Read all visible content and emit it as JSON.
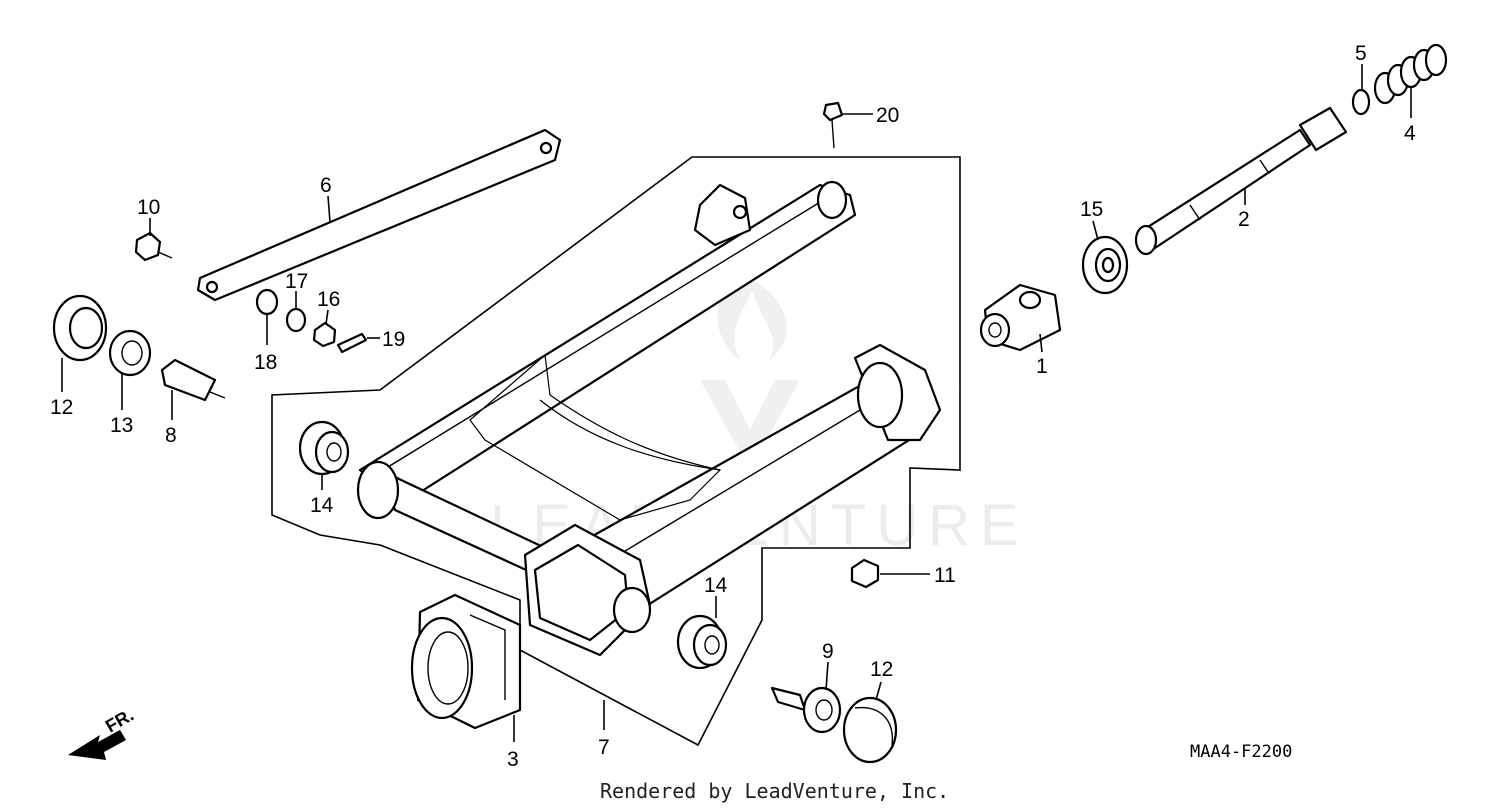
{
  "diagram": {
    "code": "MAA4-F2200",
    "footer": "Rendered by LeadVenture, Inc.",
    "watermark": "LEADVENTURE",
    "direction_label": "FR.",
    "callouts": [
      {
        "id": "c20",
        "label": "20"
      },
      {
        "id": "c5",
        "label": "5"
      },
      {
        "id": "c4",
        "label": "4"
      },
      {
        "id": "c6",
        "label": "6"
      },
      {
        "id": "c10",
        "label": "10"
      },
      {
        "id": "c15",
        "label": "15"
      },
      {
        "id": "c2",
        "label": "2"
      },
      {
        "id": "c17",
        "label": "17"
      },
      {
        "id": "c16",
        "label": "16"
      },
      {
        "id": "c19",
        "label": "19"
      },
      {
        "id": "c18",
        "label": "18"
      },
      {
        "id": "c1",
        "label": "1"
      },
      {
        "id": "c12a",
        "label": "12"
      },
      {
        "id": "c13",
        "label": "13"
      },
      {
        "id": "c8",
        "label": "8"
      },
      {
        "id": "c14a",
        "label": "14"
      },
      {
        "id": "c11",
        "label": "11"
      },
      {
        "id": "c14b",
        "label": "14"
      },
      {
        "id": "c9",
        "label": "9"
      },
      {
        "id": "c12b",
        "label": "12"
      },
      {
        "id": "c3",
        "label": "3"
      },
      {
        "id": "c7",
        "label": "7"
      }
    ]
  }
}
